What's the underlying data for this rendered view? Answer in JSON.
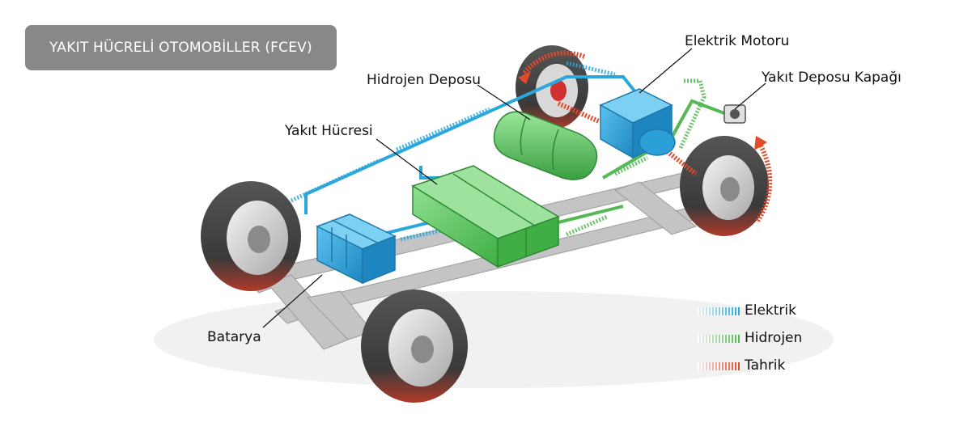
{
  "title": "YAKIT HÜCRELİ OTOMOBİLLER (FCEV)",
  "labels": {
    "electric_motor": "Elektrik Motoru",
    "hydrogen_tank": "Hidrojen Deposu",
    "fuel_cap": "Yakıt Deposu Kapağı",
    "fuel_cell": "Yakıt Hücresi",
    "battery": "Batarya"
  },
  "legend": [
    {
      "label": "Elektrik",
      "color": "#2aa8dd"
    },
    {
      "label": "Hidrojen",
      "color": "#55b855"
    },
    {
      "label": "Tahrik",
      "color": "#e24a2a"
    }
  ],
  "colors": {
    "electric": "#2aa8dd",
    "hydrogen": "#55b855",
    "drive": "#e24a2a",
    "component_blue": "#2b9fd8",
    "component_green": "#5ccb5e",
    "chassis": "#b8b8b8",
    "tire": "#4a4a4a",
    "badge": "#888888"
  }
}
